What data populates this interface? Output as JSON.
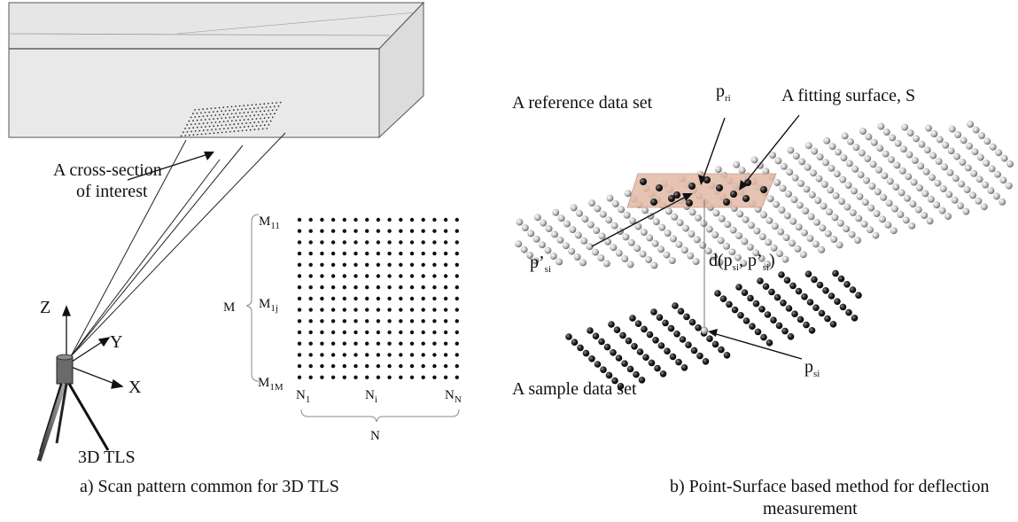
{
  "left_panel": {
    "cross_section_label_line1": "A cross-section",
    "cross_section_label_line2": "of interest",
    "axis_z": "Z",
    "axis_y": "Y",
    "axis_x": "X",
    "scanner_label": "3D TLS",
    "grid_row_label": "M",
    "grid_col_label": "N",
    "row_first": {
      "main": "M",
      "sub": "11"
    },
    "row_mid": {
      "main": "M",
      "sub": "1j"
    },
    "row_last": {
      "main": "M",
      "sub": "1M"
    },
    "col_first": {
      "main": "N",
      "sub": "1"
    },
    "col_mid": {
      "main": "N",
      "sub": "i"
    },
    "col_last": {
      "main": "N",
      "sub": "N"
    },
    "caption": "a) Scan pattern common for 3D TLS"
  },
  "right_panel": {
    "reference_label": "A reference data set",
    "fitting_label": "A fitting surface, S",
    "sample_label": "A sample data set",
    "p_ri": {
      "main": "p",
      "sub": "ri"
    },
    "p_prime_si": {
      "main": "p’",
      "sub": "si"
    },
    "p_si": {
      "main": "p",
      "sub": "si"
    },
    "distance": {
      "open": "d(p",
      "sub1": "si",
      "mid": ", p’",
      "sub2": "si",
      "close": ")"
    },
    "caption_line1": "b) Point-Surface based method for deflection",
    "caption_line2": "measurement"
  },
  "colors": {
    "box_fill": "#e8e8e8",
    "surface_fill": "#e8c4b4",
    "gray_point": "#c8c8c8",
    "black_point": "#222222"
  }
}
